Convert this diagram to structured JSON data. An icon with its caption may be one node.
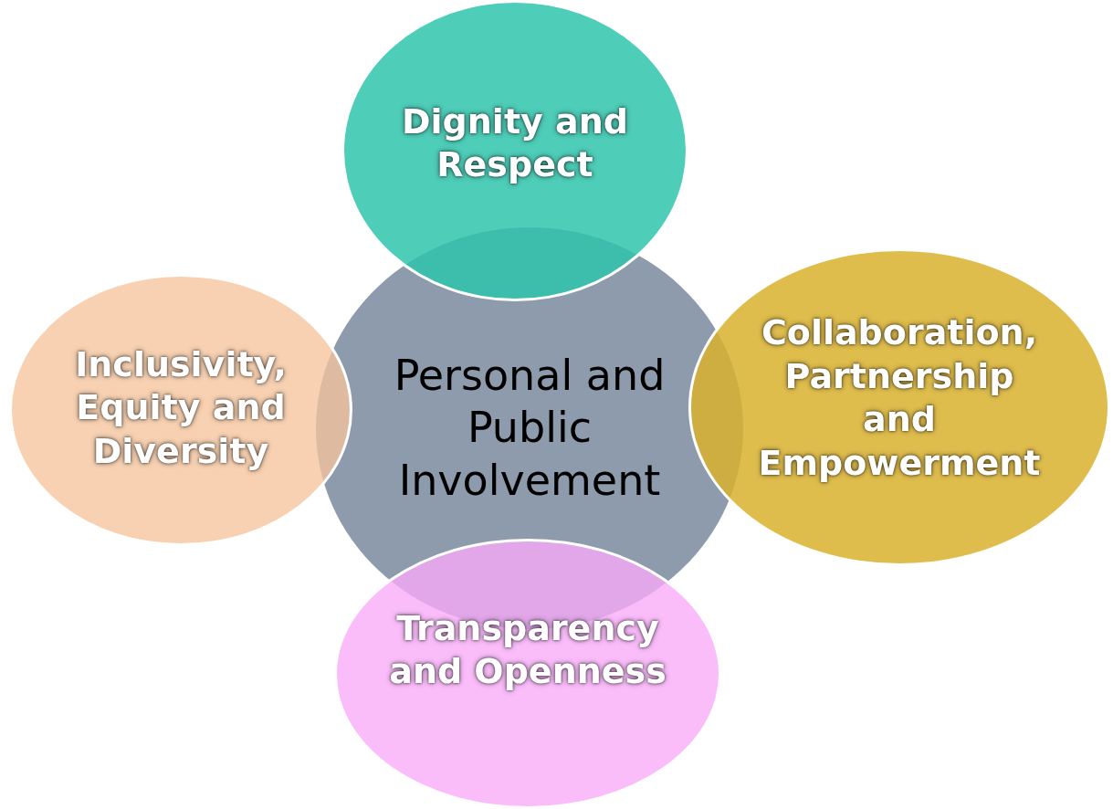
{
  "diagram": {
    "nodes": [
      {
        "text": [
          "Personal and Public Involvement"
        ]
      },
      {
        "text": [
          "Dignity and Respect"
        ]
      },
      {
        "text": [
          "Collaboration, Partnership and Empowerment"
        ]
      },
      {
        "text": [
          "Transparency and Openness"
        ]
      },
      {
        "text": [
          "Inclusivity, Equity and Diversity"
        ]
      }
    ],
    "edges": []
  }
}
